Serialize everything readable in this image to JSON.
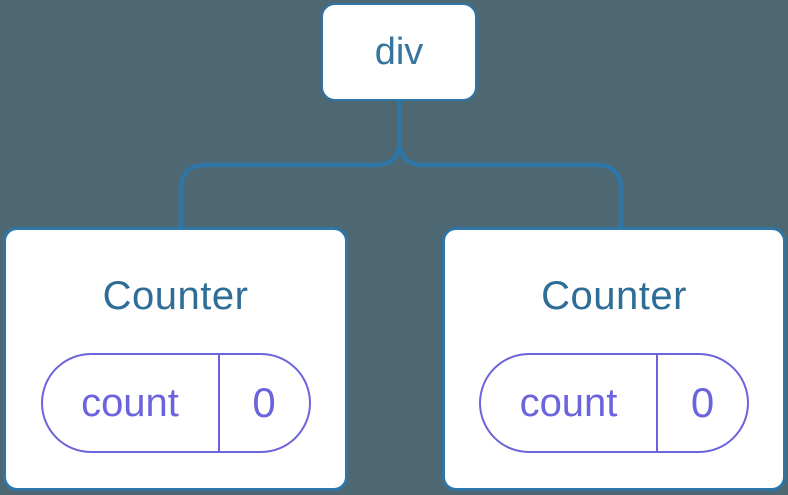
{
  "theme": {
    "background": "#4d6872",
    "node_border_blue": "#2f75a6",
    "root_label_color": "#35759e",
    "counter_title_color": "#2d6d96",
    "state_purple": "#6b64dc",
    "node_fill": "#ffffff"
  },
  "diagram": {
    "type": "component-tree",
    "root": {
      "label": "div"
    },
    "children": [
      {
        "title": "Counter",
        "state": {
          "key": "count",
          "value": "0"
        }
      },
      {
        "title": "Counter",
        "state": {
          "key": "count",
          "value": "0"
        }
      }
    ]
  }
}
